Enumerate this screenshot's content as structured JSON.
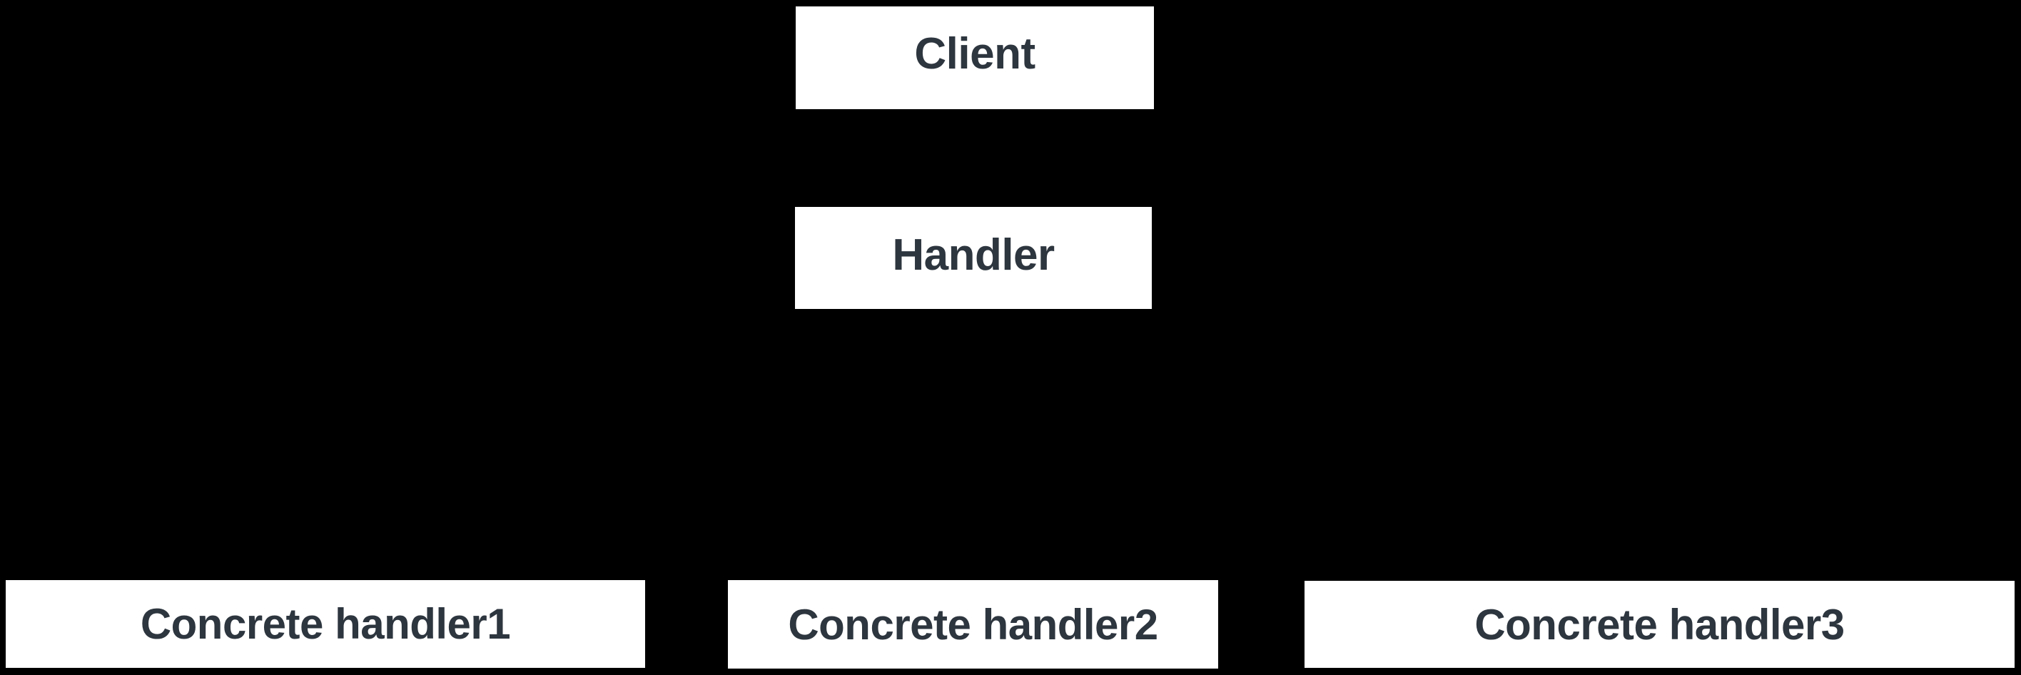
{
  "diagram": {
    "type": "uml-chain-of-responsibility",
    "background_color": "#000000",
    "node_fill_color": "#ffffff",
    "node_text_color": "#2d353e",
    "nodes": {
      "client": {
        "label": "Client"
      },
      "handler": {
        "label": "Handler"
      },
      "concrete1": {
        "label": "Concrete handler1"
      },
      "concrete2": {
        "label": "Concrete handler2"
      },
      "concrete3": {
        "label": "Concrete handler3"
      }
    }
  }
}
